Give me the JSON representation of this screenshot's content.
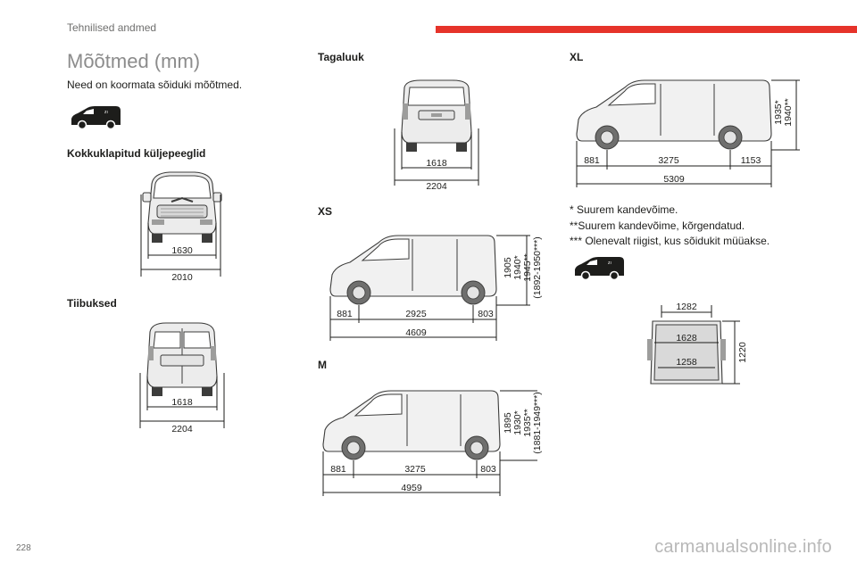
{
  "header": {
    "section_label": "Tehnilised andmed",
    "accent_color": "#e6332a"
  },
  "page": {
    "title": "Mõõtmed (mm)",
    "intro": "Need on koormata sõiduki mõõtmed.",
    "number": "228"
  },
  "panels": {
    "mirrors": {
      "title": "Kokkuklapitud küljepeeglid",
      "width_inner": "1630",
      "width_outer": "2010"
    },
    "wing_doors": {
      "title": "Tiibuksed",
      "width_inner": "1618",
      "width_outer": "2204"
    },
    "tailgate": {
      "title": "Tagaluuk",
      "width_inner": "1618",
      "width_outer": "2204"
    },
    "xs": {
      "title": "XS",
      "front": "881",
      "wheelbase": "2925",
      "rear": "803",
      "total": "4609",
      "heights": [
        "1905",
        "1940*",
        "1945**",
        "(1892-1950***)"
      ]
    },
    "m": {
      "title": "M",
      "front": "881",
      "wheelbase": "3275",
      "rear": "803",
      "total": "4959",
      "heights": [
        "1895",
        "1930*",
        "1935**",
        "(1881-1949***)"
      ]
    },
    "xl": {
      "title": "XL",
      "front": "881",
      "wheelbase": "3275",
      "rear": "1153",
      "total": "5309",
      "heights": [
        "1935*",
        "1940**"
      ]
    },
    "cargo": {
      "top_width": "1282",
      "mid_width": "1628",
      "bottom_width": "1258",
      "height": "1220"
    }
  },
  "notes": [
    "* Suurem kandevõime.",
    "**Suurem kandevõime, kõrgendatud.",
    "*** Olenevalt riigist, kus sõidukit müüakse."
  ],
  "icons": {
    "van_left": "van-side-icon",
    "van_right": "van-side-icon"
  },
  "watermark": "carmanualsonline.info"
}
